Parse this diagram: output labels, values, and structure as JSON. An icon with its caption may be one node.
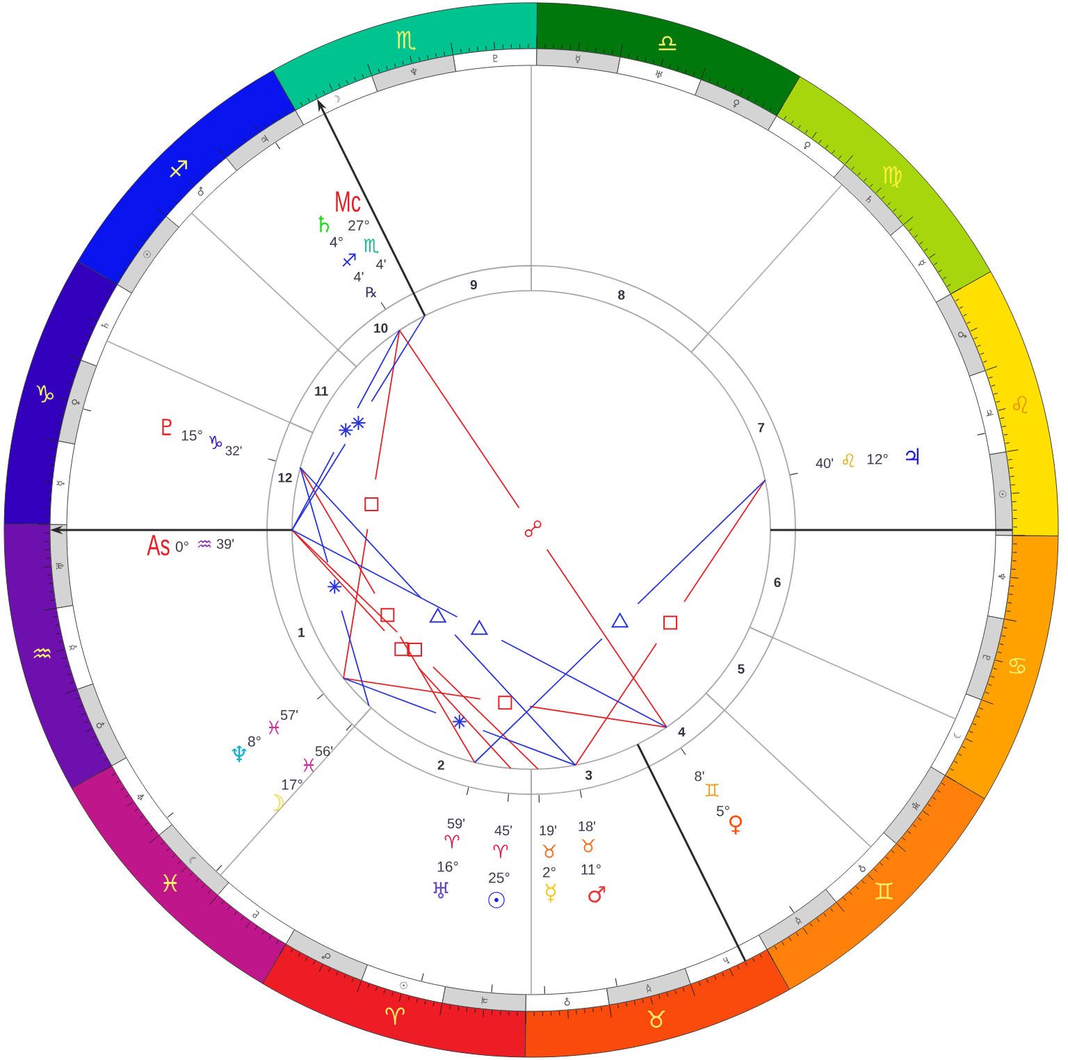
{
  "diagram": {
    "nodes": [
      {
        "text": [
          "♈"
        ]
      },
      {
        "text": [
          "♉"
        ]
      },
      {
        "text": [
          "♊"
        ]
      },
      {
        "text": [
          "♋"
        ]
      },
      {
        "text": [
          "♌"
        ]
      },
      {
        "text": [
          "♍"
        ]
      },
      {
        "text": [
          "♎"
        ]
      },
      {
        "text": [
          "♏"
        ]
      },
      {
        "text": [
          "♐"
        ]
      },
      {
        "text": [
          "♑"
        ]
      },
      {
        "text": [
          "♒"
        ]
      },
      {
        "text": [
          "♓"
        ]
      },
      {
        "text": [
          "♂"
        ]
      },
      {
        "text": [
          "☉"
        ]
      },
      {
        "text": [
          "♃"
        ]
      },
      {
        "text": [
          "♀"
        ]
      },
      {
        "text": [
          "☿"
        ]
      },
      {
        "text": [
          "♄"
        ]
      },
      {
        "text": [
          "☿"
        ]
      },
      {
        "text": [
          "♀"
        ]
      },
      {
        "text": [
          "♅"
        ]
      },
      {
        "text": [
          "☽"
        ]
      },
      {
        "text": [
          "♇"
        ]
      },
      {
        "text": [
          "♆"
        ]
      },
      {
        "text": [
          "☉"
        ]
      },
      {
        "text": [
          "♃"
        ]
      },
      {
        "text": [
          "♂"
        ]
      },
      {
        "text": [
          "☿"
        ]
      },
      {
        "text": [
          "♄"
        ]
      },
      {
        "text": [
          "♀"
        ]
      },
      {
        "text": [
          "♀"
        ]
      },
      {
        "text": [
          "♅"
        ]
      },
      {
        "text": [
          "☿"
        ]
      },
      {
        "text": [
          "♇"
        ]
      },
      {
        "text": [
          "♆"
        ]
      },
      {
        "text": [
          "☽"
        ]
      },
      {
        "text": [
          "♃"
        ]
      },
      {
        "text": [
          "♂"
        ]
      },
      {
        "text": [
          "☉"
        ]
      },
      {
        "text": [
          "♄"
        ]
      },
      {
        "text": [
          "♀"
        ]
      },
      {
        "text": [
          "☿"
        ]
      },
      {
        "text": [
          "♅"
        ]
      },
      {
        "text": [
          "☿"
        ]
      },
      {
        "text": [
          "♀"
        ]
      },
      {
        "text": [
          "♆"
        ]
      },
      {
        "text": [
          "☽"
        ]
      },
      {
        "text": [
          "♇"
        ]
      },
      {
        "text": [
          "1"
        ]
      },
      {
        "text": [
          "2"
        ]
      },
      {
        "text": [
          "3"
        ]
      },
      {
        "text": [
          "4"
        ]
      },
      {
        "text": [
          "5"
        ]
      },
      {
        "text": [
          "6"
        ]
      },
      {
        "text": [
          "7"
        ]
      },
      {
        "text": [
          "8"
        ]
      },
      {
        "text": [
          "9"
        ]
      },
      {
        "text": [
          "10"
        ]
      },
      {
        "text": [
          "11"
        ]
      },
      {
        "text": [
          "12"
        ]
      }
    ],
    "edges": [
      {
        "from": 56,
        "to": 35,
        "arrow": "to"
      },
      {
        "from": 59,
        "to": 42,
        "arrow": "to"
      }
    ],
    "labels": [
      "Mc",
      "27°",
      "♏",
      "4'",
      "♄",
      "4°",
      "♐",
      "4'",
      "℞",
      "♇",
      "15°",
      "♑",
      "32'",
      "40'",
      "♌",
      "12°",
      "♃",
      "As",
      "0°",
      "♒",
      "39'",
      "57'",
      "♓",
      "8°",
      "♆",
      "56'",
      "♓",
      "17°",
      "☽",
      "8'",
      "♊",
      "5°",
      "♀",
      "59'",
      "♈",
      "16°",
      "♅",
      "45'",
      "♈",
      "25°",
      "☉",
      "19'",
      "♉",
      "2°",
      "☿",
      "18'",
      "♉",
      "11°",
      "♂"
    ]
  }
}
